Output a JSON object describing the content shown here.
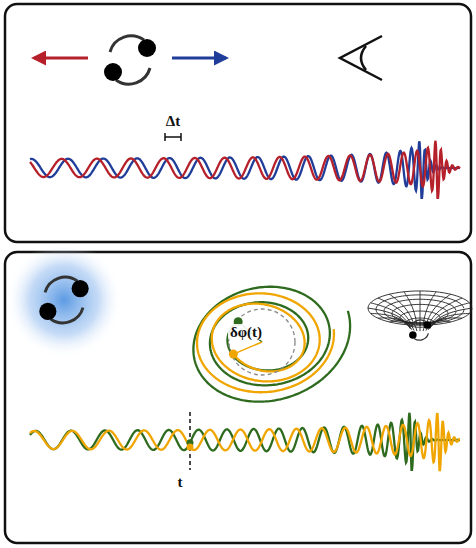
{
  "diagram": {
    "labels": [
      "Δt",
      "δφ(t)",
      "t"
    ]
  }
}
